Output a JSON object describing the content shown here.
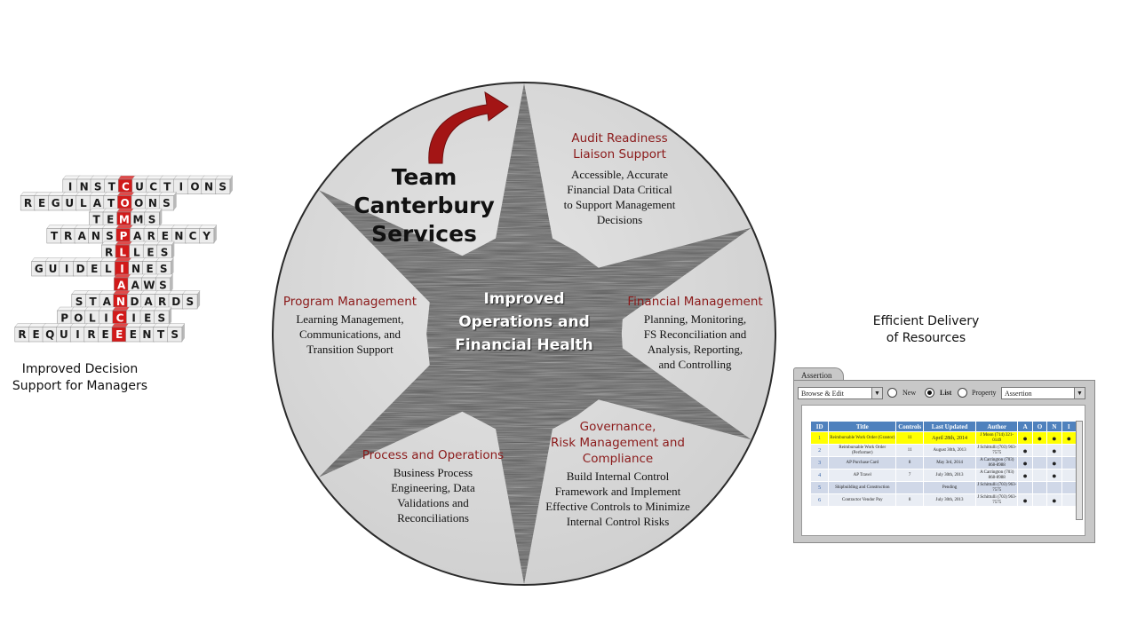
{
  "left": {
    "cube_rows": [
      {
        "word": "INSTRUCTIONS"
      },
      {
        "word": "REGULATIONS"
      },
      {
        "word": "TERMS"
      },
      {
        "word": "TRANSPARENCY"
      },
      {
        "word": "RULES"
      },
      {
        "word": "GUIDELINES"
      },
      {
        "word": "LAWS"
      },
      {
        "word": "STANDARDS"
      },
      {
        "word": "POLICIES"
      },
      {
        "word": "REQUIREMENTS"
      }
    ],
    "vertical_word": "COMPLIANCE",
    "caption_line1": "Improved Decision",
    "caption_line2": "Support for Managers"
  },
  "center": {
    "team_line1": "Team Canterbury",
    "team_line2": "Services",
    "core_line1": "Improved",
    "core_line2": "Operations and",
    "core_line3": "Financial Health",
    "sections": {
      "audit": {
        "title1": "Audit Readiness",
        "title2": "Liaison Support",
        "lines": [
          "Accessible, Accurate",
          "Financial Data Critical",
          "to Support Management",
          "Decisions"
        ]
      },
      "financial": {
        "title1": "Financial Management",
        "lines": [
          "Planning, Monitoring,",
          "FS Reconciliation and",
          "Analysis, Reporting,",
          "and Controlling"
        ]
      },
      "governance": {
        "title1": "Governance,",
        "title2": "Risk Management and",
        "title3": "Compliance",
        "lines": [
          "Build Internal Control",
          "Framework and Implement",
          "Effective Controls to Minimize",
          "Internal Control Risks"
        ]
      },
      "process": {
        "title1": "Process and Operations",
        "lines": [
          "Business Process",
          "Engineering, Data",
          "Validations and",
          "Reconciliations"
        ]
      },
      "program": {
        "title1": "Program Management",
        "lines": [
          "Learning Management,",
          "Communications, and",
          "Transition Support"
        ]
      }
    }
  },
  "right": {
    "caption_line1": "Efficient Delivery",
    "caption_line2": "of Resources",
    "tab_label": "Assertion",
    "mode_select": "Browse & Edit",
    "radio_new": "New",
    "radio_list": "List",
    "radio_property": "Property",
    "type_select": "Assertion",
    "columns": [
      "ID",
      "Title",
      "Controls",
      "Last Updated",
      "Author",
      "A",
      "O",
      "N",
      "I"
    ],
    "rows": [
      {
        "id": "1",
        "title": "Reimbursable Work Order (Grantor)",
        "controls": "11",
        "updated": "April 28th, 2014",
        "author": "J Moon (714) 321-0149",
        "a": "●",
        "o": "●",
        "n": "●",
        "i": "●"
      },
      {
        "id": "2",
        "title": "Reimbursable Work Order (Performer)",
        "controls": "11",
        "updated": "August 30th, 2013",
        "author": "J Schittulli (703) 963-7575",
        "a": "●",
        "o": "",
        "n": "●",
        "i": ""
      },
      {
        "id": "3",
        "title": "AP Purchase Card",
        "controls": "8",
        "updated": "May 3rd, 2014",
        "author": "A Carrington (703) 868-8988",
        "a": "●",
        "o": "",
        "n": "●",
        "i": ""
      },
      {
        "id": "4",
        "title": "AP Travel",
        "controls": "7",
        "updated": "July 30th, 2013",
        "author": "A Carrington (703) 868-8988",
        "a": "●",
        "o": "",
        "n": "●",
        "i": ""
      },
      {
        "id": "5",
        "title": "Shipbuilding and Construction",
        "controls": "",
        "updated": "Pending",
        "author": "J Schittulli (703) 963-7575",
        "a": "",
        "o": "",
        "n": "",
        "i": ""
      },
      {
        "id": "6",
        "title": "Contractor Vendor Pay",
        "controls": "8",
        "updated": "July 30th, 2013",
        "author": "J Schittulli (703) 963-7575",
        "a": "●",
        "o": "",
        "n": "●",
        "i": ""
      }
    ]
  },
  "colors": {
    "section_title": "#8b1a1a",
    "arrow": "#a31515",
    "table_header": "#4f81bd",
    "highlight_row": "#ffff00",
    "compliance_red": "#d11a1a"
  }
}
